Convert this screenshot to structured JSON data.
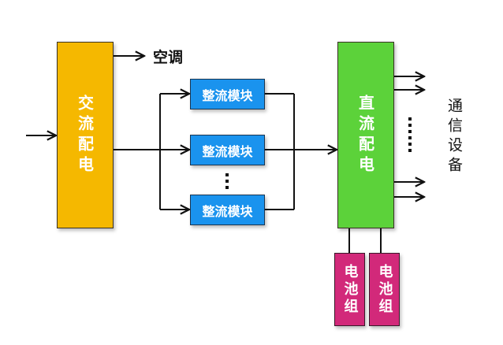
{
  "colors": {
    "ac_box": "#F5B800",
    "rectifier_box": "#1A93EE",
    "dc_box": "#5CD23A",
    "battery_box": "#D2297A",
    "line": "#111111"
  },
  "ac_distribution": {
    "label": "交流配电"
  },
  "air_conditioner": {
    "label": "空调"
  },
  "rectifiers": [
    {
      "label": "整流模块"
    },
    {
      "label": "整流模块"
    },
    {
      "label": "整流模块"
    }
  ],
  "rectifier_ellipsis": "⋮",
  "dc_distribution": {
    "label": "直流配电"
  },
  "batteries": [
    {
      "label": "电池组"
    },
    {
      "label": "电池组"
    }
  ],
  "telecom_equipment": {
    "label": "通信设备"
  },
  "output_ellipsis": "⋮"
}
